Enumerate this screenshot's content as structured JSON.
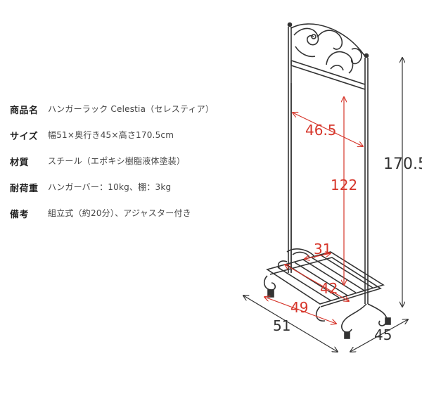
{
  "specs": [
    {
      "label": "商品名",
      "value": "ハンガーラック Celestia（セレスティア）"
    },
    {
      "label": "サイズ",
      "value": "幅51×奥行き45×高さ170.5cm"
    },
    {
      "label": "材質",
      "value": "スチール（エポキシ樹脂液体塗装）"
    },
    {
      "label": "耐荷重",
      "value": "ハンガーバー：10kg、棚：3kg"
    },
    {
      "label": "備考",
      "value": "組立式（約20分）、アジャスター付き"
    }
  ],
  "dimensions": {
    "height_total": "170.5",
    "inner_width": "46.5",
    "inner_height": "122",
    "shelf_depth": "31",
    "shelf_width": "42",
    "shelf_length": "49",
    "width": "51",
    "depth": "45"
  },
  "colors": {
    "accent": "#d6362b",
    "line": "#333333"
  }
}
